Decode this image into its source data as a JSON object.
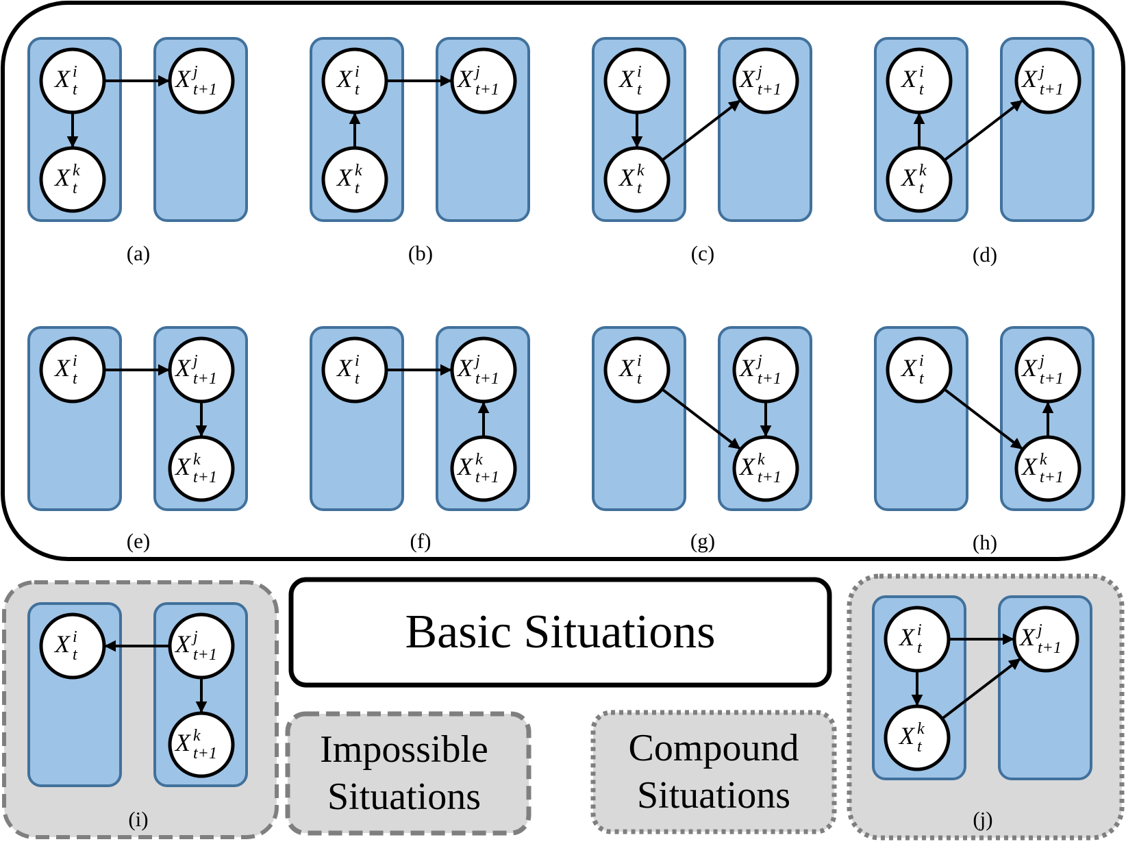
{
  "legend": {
    "basic": "Basic Situations",
    "impossible": [
      "Impossible",
      "Situations"
    ],
    "compound": [
      "Compound",
      "Situations"
    ]
  },
  "colors": {
    "slice_fill": "#9dc3e6",
    "slice_stroke": "#41719c",
    "gray_fill": "#d9d9d9",
    "dash_stroke": "#7f7f7f",
    "node_fill": "#ffffff",
    "line": "#000000"
  },
  "nodes": {
    "i_t": {
      "base": "X",
      "sup": "i",
      "sub": "t"
    },
    "k_t": {
      "base": "X",
      "sup": "k",
      "sub": "t"
    },
    "j_t1": {
      "base": "X",
      "sup": "j",
      "sub": "t+1"
    },
    "k_t1": {
      "base": "X",
      "sup": "k",
      "sub": "t+1"
    }
  },
  "panels": [
    {
      "id": "a",
      "caption": "(a)",
      "group": "basic",
      "nodes": [
        "i_t",
        "k_t",
        "j_t1"
      ],
      "edges": [
        [
          "i_t",
          "j_t1"
        ],
        [
          "i_t",
          "k_t"
        ]
      ]
    },
    {
      "id": "b",
      "caption": "(b)",
      "group": "basic",
      "nodes": [
        "i_t",
        "k_t",
        "j_t1"
      ],
      "edges": [
        [
          "i_t",
          "j_t1"
        ],
        [
          "k_t",
          "i_t"
        ]
      ]
    },
    {
      "id": "c",
      "caption": "(c)",
      "group": "basic",
      "nodes": [
        "i_t",
        "k_t",
        "j_t1"
      ],
      "edges": [
        [
          "i_t",
          "k_t"
        ],
        [
          "k_t",
          "j_t1"
        ]
      ]
    },
    {
      "id": "d",
      "caption": "(d)",
      "group": "basic",
      "nodes": [
        "i_t",
        "k_t",
        "j_t1"
      ],
      "edges": [
        [
          "k_t",
          "i_t"
        ],
        [
          "k_t",
          "j_t1"
        ]
      ]
    },
    {
      "id": "e",
      "caption": "(e)",
      "group": "basic",
      "nodes": [
        "i_t",
        "j_t1",
        "k_t1"
      ],
      "edges": [
        [
          "i_t",
          "j_t1"
        ],
        [
          "j_t1",
          "k_t1"
        ]
      ]
    },
    {
      "id": "f",
      "caption": "(f)",
      "group": "basic",
      "nodes": [
        "i_t",
        "j_t1",
        "k_t1"
      ],
      "edges": [
        [
          "i_t",
          "j_t1"
        ],
        [
          "k_t1",
          "j_t1"
        ]
      ]
    },
    {
      "id": "g",
      "caption": "(g)",
      "group": "basic",
      "nodes": [
        "i_t",
        "j_t1",
        "k_t1"
      ],
      "edges": [
        [
          "i_t",
          "k_t1"
        ],
        [
          "j_t1",
          "k_t1"
        ]
      ]
    },
    {
      "id": "h",
      "caption": "(h)",
      "group": "basic",
      "nodes": [
        "i_t",
        "j_t1",
        "k_t1"
      ],
      "edges": [
        [
          "i_t",
          "k_t1"
        ],
        [
          "k_t1",
          "j_t1"
        ]
      ]
    },
    {
      "id": "i",
      "caption": "(i)",
      "group": "impossible",
      "nodes": [
        "i_t",
        "j_t1",
        "k_t1"
      ],
      "edges": [
        [
          "j_t1",
          "i_t"
        ],
        [
          "j_t1",
          "k_t1"
        ]
      ]
    },
    {
      "id": "j",
      "caption": "(j)",
      "group": "compound",
      "nodes": [
        "i_t",
        "k_t",
        "j_t1"
      ],
      "edges": [
        [
          "i_t",
          "j_t1"
        ],
        [
          "i_t",
          "k_t"
        ],
        [
          "k_t",
          "j_t1"
        ]
      ]
    }
  ]
}
